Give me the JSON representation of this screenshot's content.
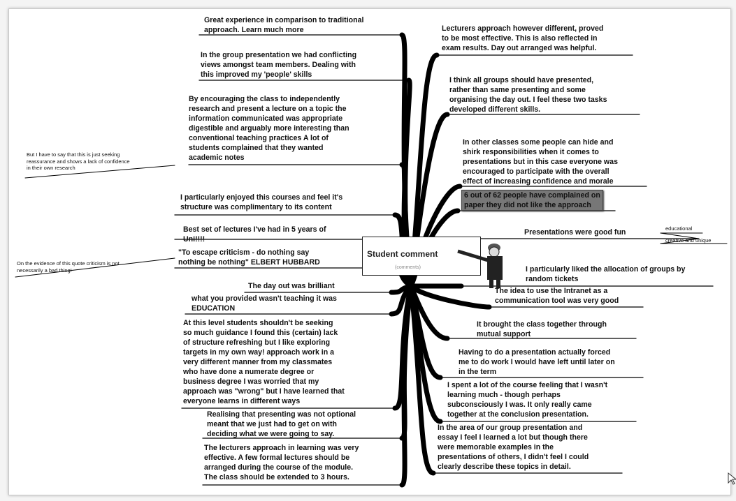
{
  "central": {
    "title": "Student comment",
    "subtitle": "(comments)"
  },
  "left_comments": [
    "Great experience in comparison to traditional\napproach.  Learn much more",
    "In the group presentation we had conflicting\nviews amongst team members.  Dealing with\nthis improved my 'people' skills",
    "By encouraging the class to independently\nresearch and present a lecture on a topic the\ninformation communicated was appropriate\ndigestible and arguably more interesting than\nconventional teaching practices A lot of\nstudents complained that they wanted\nacademic notes",
    "I particularly enjoyed this courses and feel it's\nstructure was complimentary to its content",
    "Best set of lectures I've had in 5 years of\nUni!!!!",
    "\"To escape criticism - do nothing say\nnothing be nothing\"  ELBERT HUBBARD",
    "The day out was brilliant",
    "what you provided wasn't teaching it was\nEDUCATION",
    "At this level students shouldn't be seeking\nso much guidance  I found this (certain) lack\nof structure refreshing but I like exploring\ntargets in my own way! approach work in a\nvery different manner from my classmates\nwho have done a numerate degree or\nbusiness degree  I was worried that my\napproach was \"wrong\" but I have learned that\neveryone learns in different ways",
    "Realising that presenting was not optional\nmeant that we just had to get on with\ndeciding what we were going to say.",
    "The lecturers approach in learning was very\neffective. A few formal lectures should be\narranged during the course of the module.\nThe class should be extended to 3 hours."
  ],
  "right_comments": [
    "Lecturers approach however different, proved\nto be most effective.  This is also reflected in\nexam results.  Day out arranged was helpful.",
    "I think all groups should have presented,\nrather than same presenting and some\norganising the day out.  I feel these two tasks\ndeveloped different skills.",
    "In other classes some people can hide and\nshirk responsibilities when it comes to\npresentations but in this case everyone was\nencouraged to participate with the overall\neffect of increasing confidence and morale",
    "6 out of 62 people have complained on\npaper they did not like the approach",
    "Presentations were good fun",
    "I particularly liked the allocation of groups by\nrandom tickets",
    "The idea to use the Intranet as a\ncommunication tool was very good",
    "It brought the class together through\nmutual support",
    "Having to do a presentation actually forced\nme to do work I would have left until later on\nin the term",
    "I spent a lot of the course feeling that I wasn't\nlearning much - though perhaps\nsubconsciously I was.  It only really came\ntogether at the conclusion presentation.",
    "In the area of our group presentation and\nessay I feel I learned a lot but though there\nwere memorable examples in the\npresentations of others, I didn't feel I could\nclearly describe these topics in detail."
  ],
  "side_notes": {
    "seeking": "  But I have to say that this is just seeking\nreassurance and shows a lack of confidence\nin their own research",
    "criticism": "On the evidence of this quote criticism is not\nnecessarily a bad thing!",
    "educational": "educational",
    "creative": "creative and unique"
  },
  "colors": {
    "ink": "#111111",
    "highlight": "#777777",
    "frame": "#c9c9c9"
  }
}
